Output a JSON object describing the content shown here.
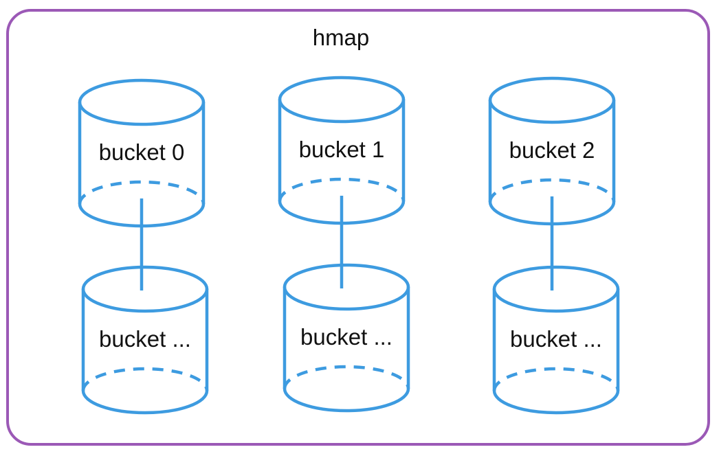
{
  "colors": {
    "frame": "#9b59b6",
    "bucket": "#3d9be0",
    "text": "#111111",
    "background": "#ffffff"
  },
  "hmap": {
    "title": "hmap"
  },
  "columns": [
    {
      "top": "bucket 0",
      "bottom": "bucket ..."
    },
    {
      "top": "bucket 1",
      "bottom": "bucket ..."
    },
    {
      "top": "bucket 2",
      "bottom": "bucket ..."
    }
  ]
}
